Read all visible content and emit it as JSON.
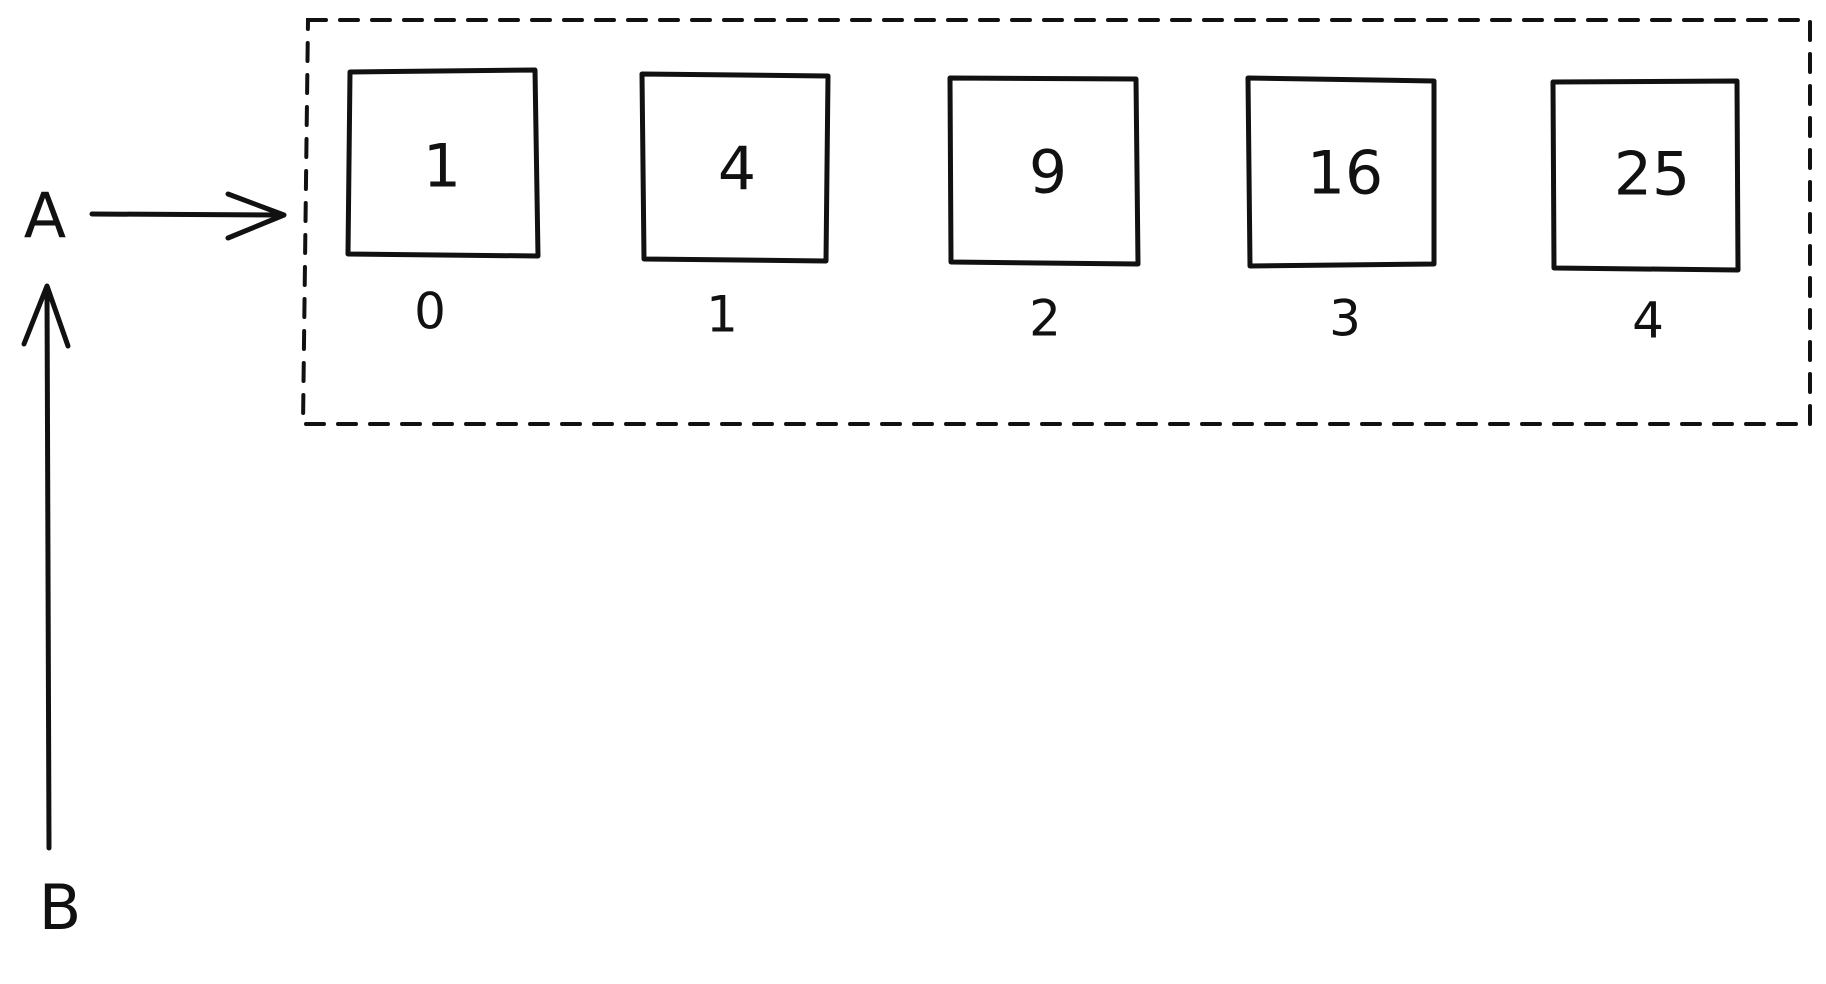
{
  "variables": {
    "a_label": "A",
    "b_label": "B"
  },
  "array": {
    "cells": [
      {
        "value": "1",
        "index": "0"
      },
      {
        "value": "4",
        "index": "1"
      },
      {
        "value": "9",
        "index": "2"
      },
      {
        "value": "16",
        "index": "3"
      },
      {
        "value": "25",
        "index": "4"
      }
    ]
  },
  "colors": {
    "ink": "#111111",
    "background": "#ffffff"
  }
}
